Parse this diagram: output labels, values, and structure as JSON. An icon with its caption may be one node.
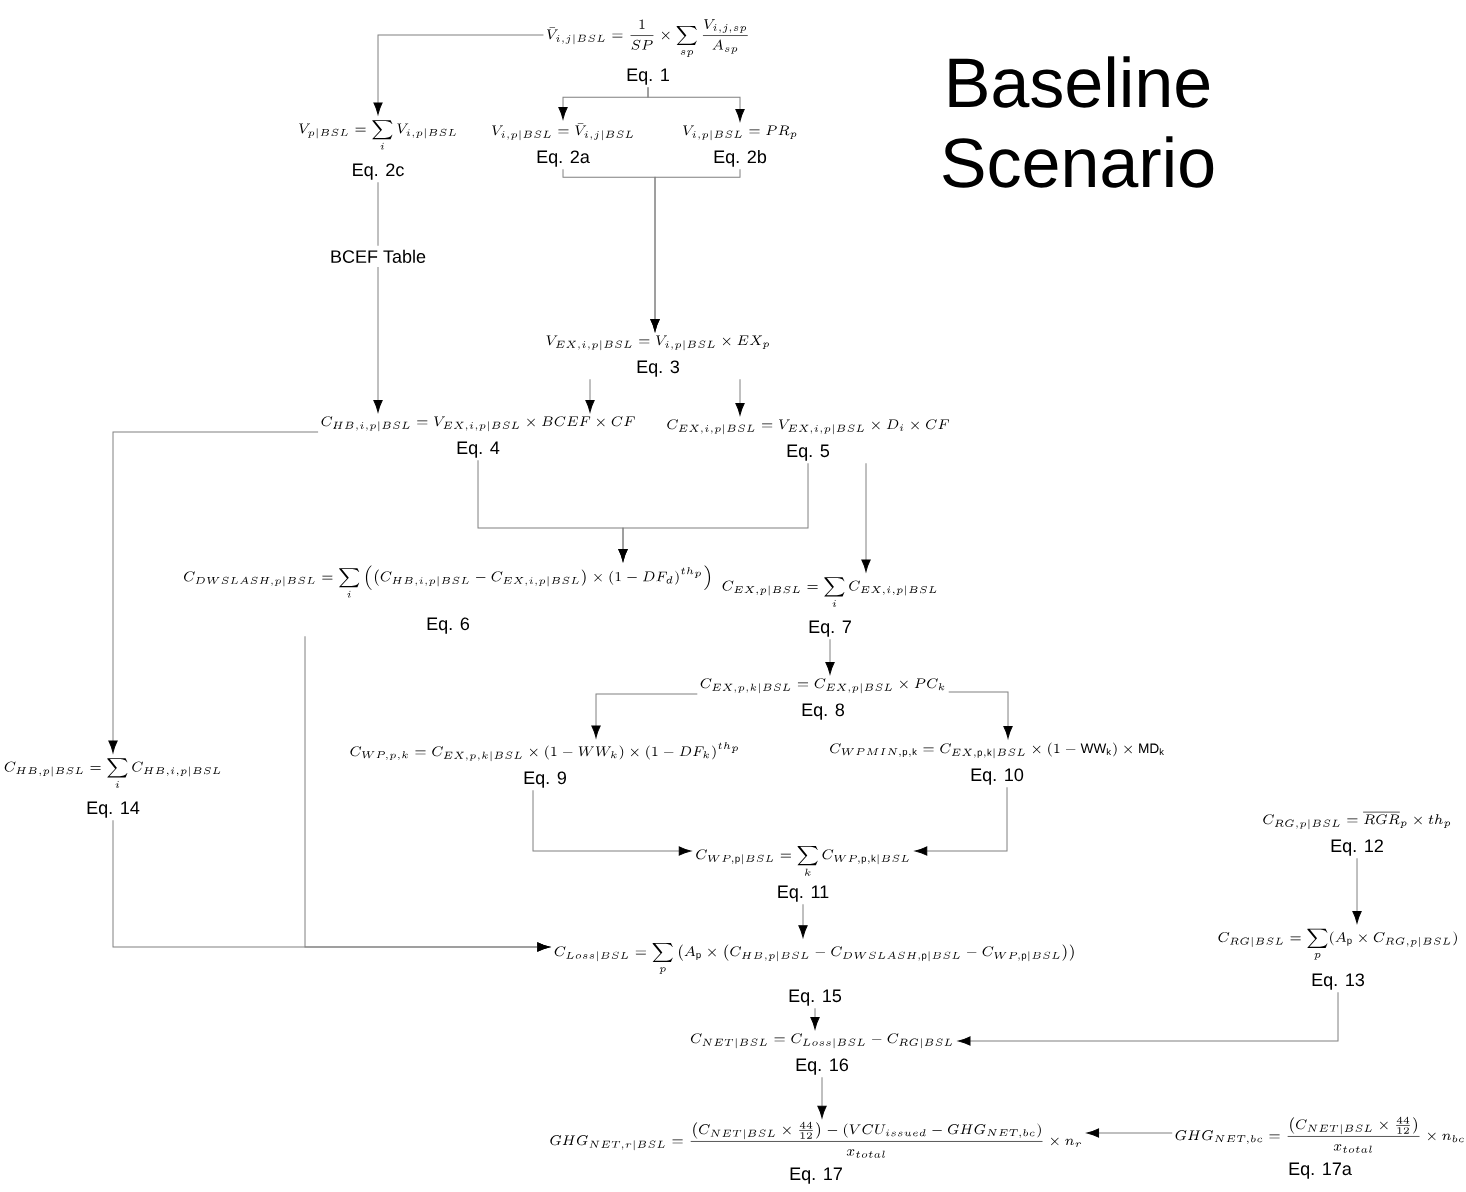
{
  "diagram": {
    "title": "Baseline Scenario",
    "nodes": [
      {
        "text": [
          "\\bar{V}_{i,j|BSL} = \\frac{1}{SP} \\times \\sum_{sp} \\frac{V_{i,j,sp}}{A_{sp}}",
          "Eq. 1"
        ]
      },
      {
        "text": [
          "V_{p|BSL} = \\sum_{i} V_{i,p|BSL}",
          "Eq. 2c"
        ]
      },
      {
        "text": [
          "V_{i,p|BSL} = \\bar{V}_{i,j|BSL}",
          "Eq. 2a"
        ]
      },
      {
        "text": [
          "V_{i,p|BSL} = PR_{p}",
          "Eq. 2b"
        ]
      },
      {
        "text": [
          "V_{EX,i,p|BSL} = V_{i,p|BSL} \\times EX_{p}",
          "Eq. 3"
        ]
      },
      {
        "text": [
          "C_{HB,i,p|BSL} = V_{EX,i,p|BSL} \\times BCEF \\times CF",
          "Eq. 4"
        ]
      },
      {
        "text": [
          "C_{EX,i,p|BSL} = V_{EX,i,p|BSL} \\times D_{i} \\times CF",
          "Eq. 5"
        ]
      },
      {
        "text": [
          "C_{DWSLASH,p|BSL} = \\sum_{i} \\left( \\left( C_{HB,i,p|BSL} - C_{EX,i,p|BSL} \\right) \\times (1 - DF_{d})^{th_{p}} \\right)",
          "Eq. 6"
        ]
      },
      {
        "text": [
          "C_{EX,p|BSL} = \\sum_{i} C_{EX,i,p|BSL}",
          "Eq. 7"
        ]
      },
      {
        "text": [
          "C_{EX,p,k|BSL} = C_{EX,p|BSL} \\times PC_{k}",
          "Eq. 8"
        ]
      },
      {
        "text": [
          "C_{WP,p,k} = C_{EX,p,k|BSL} \\times (1 - WW_{k}) \\times (1 - DF_{k})^{th_{p}}",
          "Eq. 9"
        ]
      },
      {
        "text": [
          "C_{WPMIN,\\mathrm{p},\\mathrm{k}} = C_{EX,\\mathrm{p},\\mathrm{k}|BSL} \\times (1 - \\mathrm{WW}_{\\mathrm{k}}) \\times \\mathrm{MD}_{\\mathrm{k}}",
          "Eq. 10"
        ]
      },
      {
        "text": [
          "C_{HB,p|BSL} = \\sum_{i} C_{HB,i,p|BSL}",
          "Eq. 14"
        ]
      },
      {
        "text": [
          "C_{WP,\\mathrm{p}|BSL} = \\sum_{k} C_{WP,\\mathrm{p},\\mathrm{k}|BSL}",
          "Eq. 11"
        ]
      },
      {
        "text": [
          "C_{RG,p|BSL} = \\overline{RGR}_{p} \\times th_{p}",
          "Eq. 12"
        ]
      },
      {
        "text": [
          "C_{Loss|BSL} = \\sum_{p} \\left( A_{\\mathrm{p}} \\times \\left( C_{HB,p|BSL} - C_{DWSLASH,\\mathrm{p}|BSL} - C_{WP,\\mathrm{p}|BSL} \\right) \\right)",
          "Eq. 15"
        ]
      },
      {
        "text": [
          "C_{RG|BSL} = \\sum_{p} (A_{\\mathrm{p}} \\times C_{RG,p|BSL})",
          "Eq. 13"
        ]
      },
      {
        "text": [
          "C_{NET|BSL} = C_{Loss|BSL} - C_{RG|BSL}",
          "Eq. 16"
        ]
      },
      {
        "text": [
          "GHG_{NET,bc} = \\frac{\\left( C_{NET|BSL} \\times \\frac{44}{12} \\right)}{x_{total}} \\times n_{bc}",
          "Eq. 17a"
        ]
      },
      {
        "text": [
          "GHG_{NET,r|BSL} = \\frac{\\left( C_{NET|BSL} \\times \\frac{44}{12} \\right) - \\left( VCU_{issued} - GHG_{NET,bc} \\right)}{x_{total}} \\times n_{r}",
          "Eq. 17"
        ]
      }
    ],
    "edges": [
      {
        "from": 0,
        "to": 1,
        "arrow": "to"
      },
      {
        "from": 0,
        "to": 2,
        "arrow": "to"
      },
      {
        "from": 0,
        "to": 3,
        "arrow": "to"
      },
      {
        "from": 2,
        "to": 4,
        "arrow": "to"
      },
      {
        "from": 3,
        "to": 4,
        "arrow": "to"
      },
      {
        "from": 1,
        "to": 5,
        "arrow": "to",
        "label": "BCEF Table"
      },
      {
        "from": 4,
        "to": 5,
        "arrow": "to"
      },
      {
        "from": 4,
        "to": 6,
        "arrow": "to"
      },
      {
        "from": 5,
        "to": 7,
        "arrow": "to"
      },
      {
        "from": 6,
        "to": 7,
        "arrow": "to"
      },
      {
        "from": 6,
        "to": 8,
        "arrow": "to"
      },
      {
        "from": 5,
        "to": 12,
        "arrow": "to"
      },
      {
        "from": 8,
        "to": 9,
        "arrow": "to"
      },
      {
        "from": 9,
        "to": 10,
        "arrow": "to"
      },
      {
        "from": 9,
        "to": 11,
        "arrow": "to"
      },
      {
        "from": 10,
        "to": 13,
        "arrow": "to"
      },
      {
        "from": 11,
        "to": 13,
        "arrow": "to"
      },
      {
        "from": 13,
        "to": 15,
        "arrow": "to"
      },
      {
        "from": 12,
        "to": 15,
        "arrow": "to"
      },
      {
        "from": 7,
        "to": 15,
        "arrow": "to"
      },
      {
        "from": 14,
        "to": 16,
        "arrow": "to"
      },
      {
        "from": 15,
        "to": 17,
        "arrow": "to"
      },
      {
        "from": 16,
        "to": 17,
        "arrow": "to"
      },
      {
        "from": 17,
        "to": 19,
        "arrow": "to"
      },
      {
        "from": 18,
        "to": 19,
        "arrow": "to"
      }
    ]
  }
}
